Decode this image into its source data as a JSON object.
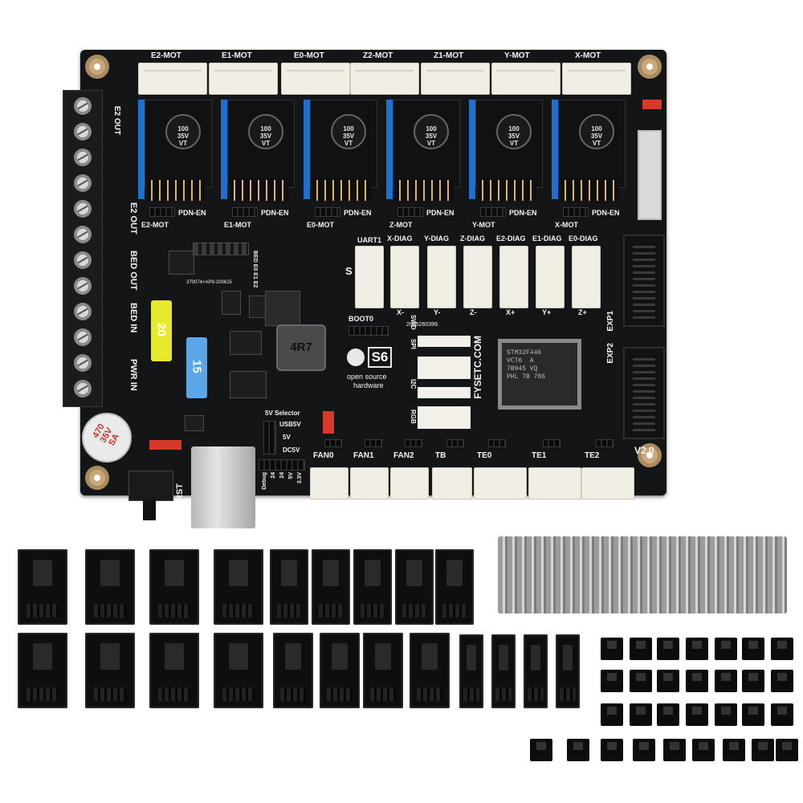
{
  "board": {
    "motor_labels_top": [
      "E2-MOT",
      "E1-MOT",
      "E0-MOT",
      "Z2-MOT",
      "Z1-MOT",
      "Y-MOT",
      "X-MOT"
    ],
    "motor_labels_lower": [
      "E2-MOT",
      "E1-MOT",
      "E0-MOT",
      "Z-MOT",
      "Y-MOT",
      "X-MOT"
    ],
    "pdn_label": "PDN-EN",
    "cap_text": "100\n35V\nVT",
    "diag_labels": [
      "X-DIAG",
      "Y-DIAG",
      "Z-DIAG",
      "E2-DIAG",
      "E1-DIAG",
      "E0-DIAG"
    ],
    "endstop_labels": [
      "X-",
      "Y-",
      "Z-",
      "X+",
      "Y+",
      "Z+"
    ],
    "uart_label": "UART1",
    "boot_label": "BOOT0",
    "logo_text": "S6",
    "oshw_line1": "open source",
    "oshw_line2": "hardware",
    "website": "FYSETC.COM",
    "date_code": "2005260399.",
    "serial_code": "370074+AP9-200615",
    "inductor": "4R7",
    "fuse_bed": "20",
    "fuse_main": "15",
    "big_cap": "470\n35V\nSA",
    "side_labels": [
      "E2 OUT",
      "BED OUT",
      "BED IN",
      "PWR IN"
    ],
    "fan_labels": [
      "FAN0",
      "FAN1",
      "FAN2",
      "TB",
      "TE0",
      "TE1",
      "TE2"
    ],
    "exp_labels": [
      "EXP1",
      "EXP2"
    ],
    "version": "V2.0",
    "rst_label": "RST",
    "selector_title": "5V Selector",
    "selector_opts": [
      "USB5V",
      "5V",
      "DC5V"
    ],
    "debug_labels": [
      "Debug",
      "24",
      "24",
      "5V",
      "3.3V"
    ],
    "mcu_text": "STM32F446\nVCT6  A\n7B945 VQ\nPHL 7B 706",
    "proto_labels": [
      "SPI",
      "SWD",
      "I2C",
      "RGB"
    ]
  },
  "accessories": {
    "housings_row1": 9,
    "housings_row2_large": 8,
    "housings_row2_small": 4,
    "jumpers": 30
  }
}
